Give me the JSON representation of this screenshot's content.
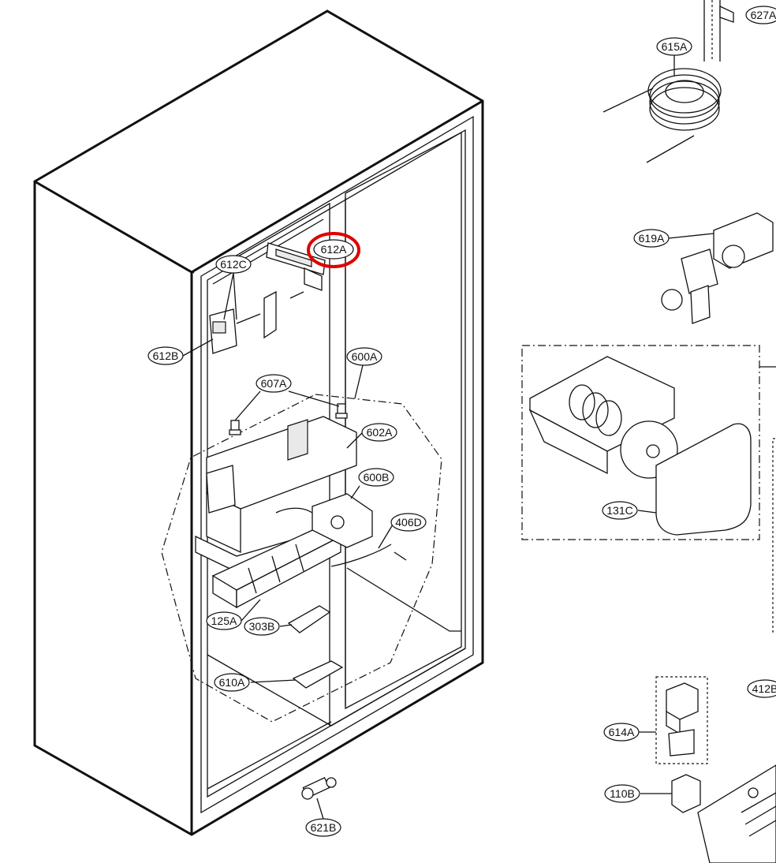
{
  "highlight_color": "#e00000",
  "callouts": {
    "c612A": "612A",
    "c612C": "612C",
    "c612B": "612B",
    "c600A": "600A",
    "c607A": "607A",
    "c602A": "602A",
    "c600B": "600B",
    "c406D": "406D",
    "c125A": "125A",
    "c303B": "303B",
    "c610A": "610A",
    "c621B": "621B",
    "c627A": "627A",
    "c615A": "615A",
    "c619A": "619A",
    "c131C": "131C",
    "c614A": "614A",
    "c110B": "110B",
    "c412B": "412B"
  }
}
